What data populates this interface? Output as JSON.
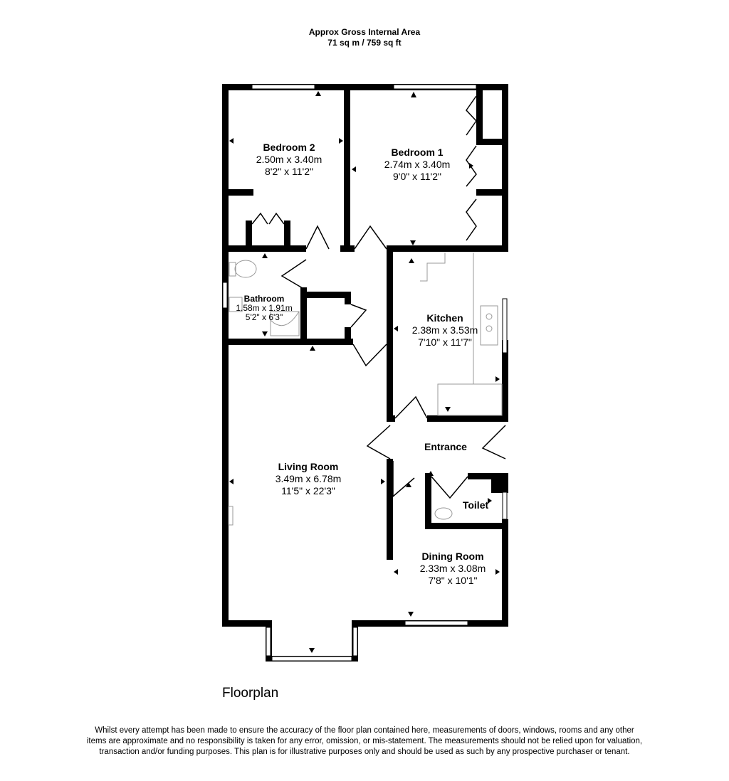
{
  "header": {
    "area_title": "Approx Gross Internal Area",
    "area_value": "71 sq m / 759 sq ft"
  },
  "rooms": {
    "bedroom2": {
      "name": "Bedroom 2",
      "metric": "2.50m x 3.40m",
      "imperial": "8'2\" x 11'2\""
    },
    "bedroom1": {
      "name": "Bedroom 1",
      "metric": "2.74m x 3.40m",
      "imperial": "9'0\" x 11'2\""
    },
    "bathroom": {
      "name": "Bathroom",
      "metric": "1.58m x 1.91m",
      "imperial": "5'2\" x 6'3\""
    },
    "kitchen": {
      "name": "Kitchen",
      "metric": "2.38m x 3.53m",
      "imperial": "7'10\" x 11'7\""
    },
    "entrance": {
      "name": "Entrance"
    },
    "toilet": {
      "name": "Toilet"
    },
    "living_room": {
      "name": "Living Room",
      "metric": "3.49m x 6.78m",
      "imperial": "11'5\" x 22'3\""
    },
    "dining_room": {
      "name": "Dining Room",
      "metric": "2.33m x 3.08m",
      "imperial": "7'8\" x 10'1\""
    }
  },
  "plan_label": "Floorplan",
  "disclaimer": "Whilst every attempt has been made to ensure the accuracy of the floor plan contained here, measurements of doors, windows, rooms and any other items are approximate and no responsibility is taken for any error, omission, or mis-statement. The measurements should not be relied upon for valuation, transaction and/or funding purposes. This plan is for illustrative purposes only and should be used as such by any prospective purchaser or tenant.",
  "colors": {
    "wall": "#000000",
    "background": "#ffffff",
    "fixture": "#999999"
  }
}
